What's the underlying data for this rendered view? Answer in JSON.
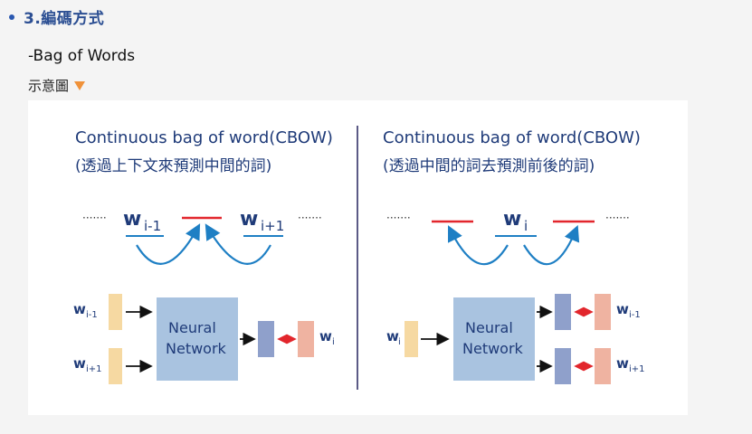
{
  "section": {
    "title": "3.編碼方式"
  },
  "subheading": "-Bag of Words",
  "caption": "示意圖",
  "diagram": {
    "left": {
      "title": "Continuous bag of word(CBOW)",
      "subtitle": "(透過上下文來預測中間的詞)",
      "ellipsis_left": "·······",
      "ellipsis_right": "·······",
      "word_a": "w",
      "word_a_sub": "i-1",
      "word_b": "w",
      "word_b_sub": "i+1",
      "input_top": "w",
      "input_top_sub": "i-1",
      "input_bottom": "w",
      "input_bottom_sub": "i+1",
      "nn_line1": "Neural",
      "nn_line2": "Network",
      "output": "w",
      "output_sub": "i"
    },
    "right": {
      "title": "Continuous bag of word(CBOW)",
      "subtitle": "(透過中間的詞去預測前後的詞)",
      "ellipsis_left": "·······",
      "ellipsis_right": "·······",
      "word_center": "w",
      "word_center_sub": "i",
      "input": "w",
      "input_sub": "i",
      "nn_line1": "Neural",
      "nn_line2": "Network",
      "output_top": "w",
      "output_top_sub": "i-1",
      "output_bottom": "w",
      "output_bottom_sub": "i+1"
    },
    "colors": {
      "title": "#1f3b79",
      "blue_line": "#1e7fc4",
      "red_line": "#e2262c",
      "nn_box": "#a9c3e0",
      "input_box": "#f6d9a2",
      "hidden_box": "#8fa0cb",
      "output_box": "#efb3a1",
      "divider": "#5b5a86"
    }
  }
}
